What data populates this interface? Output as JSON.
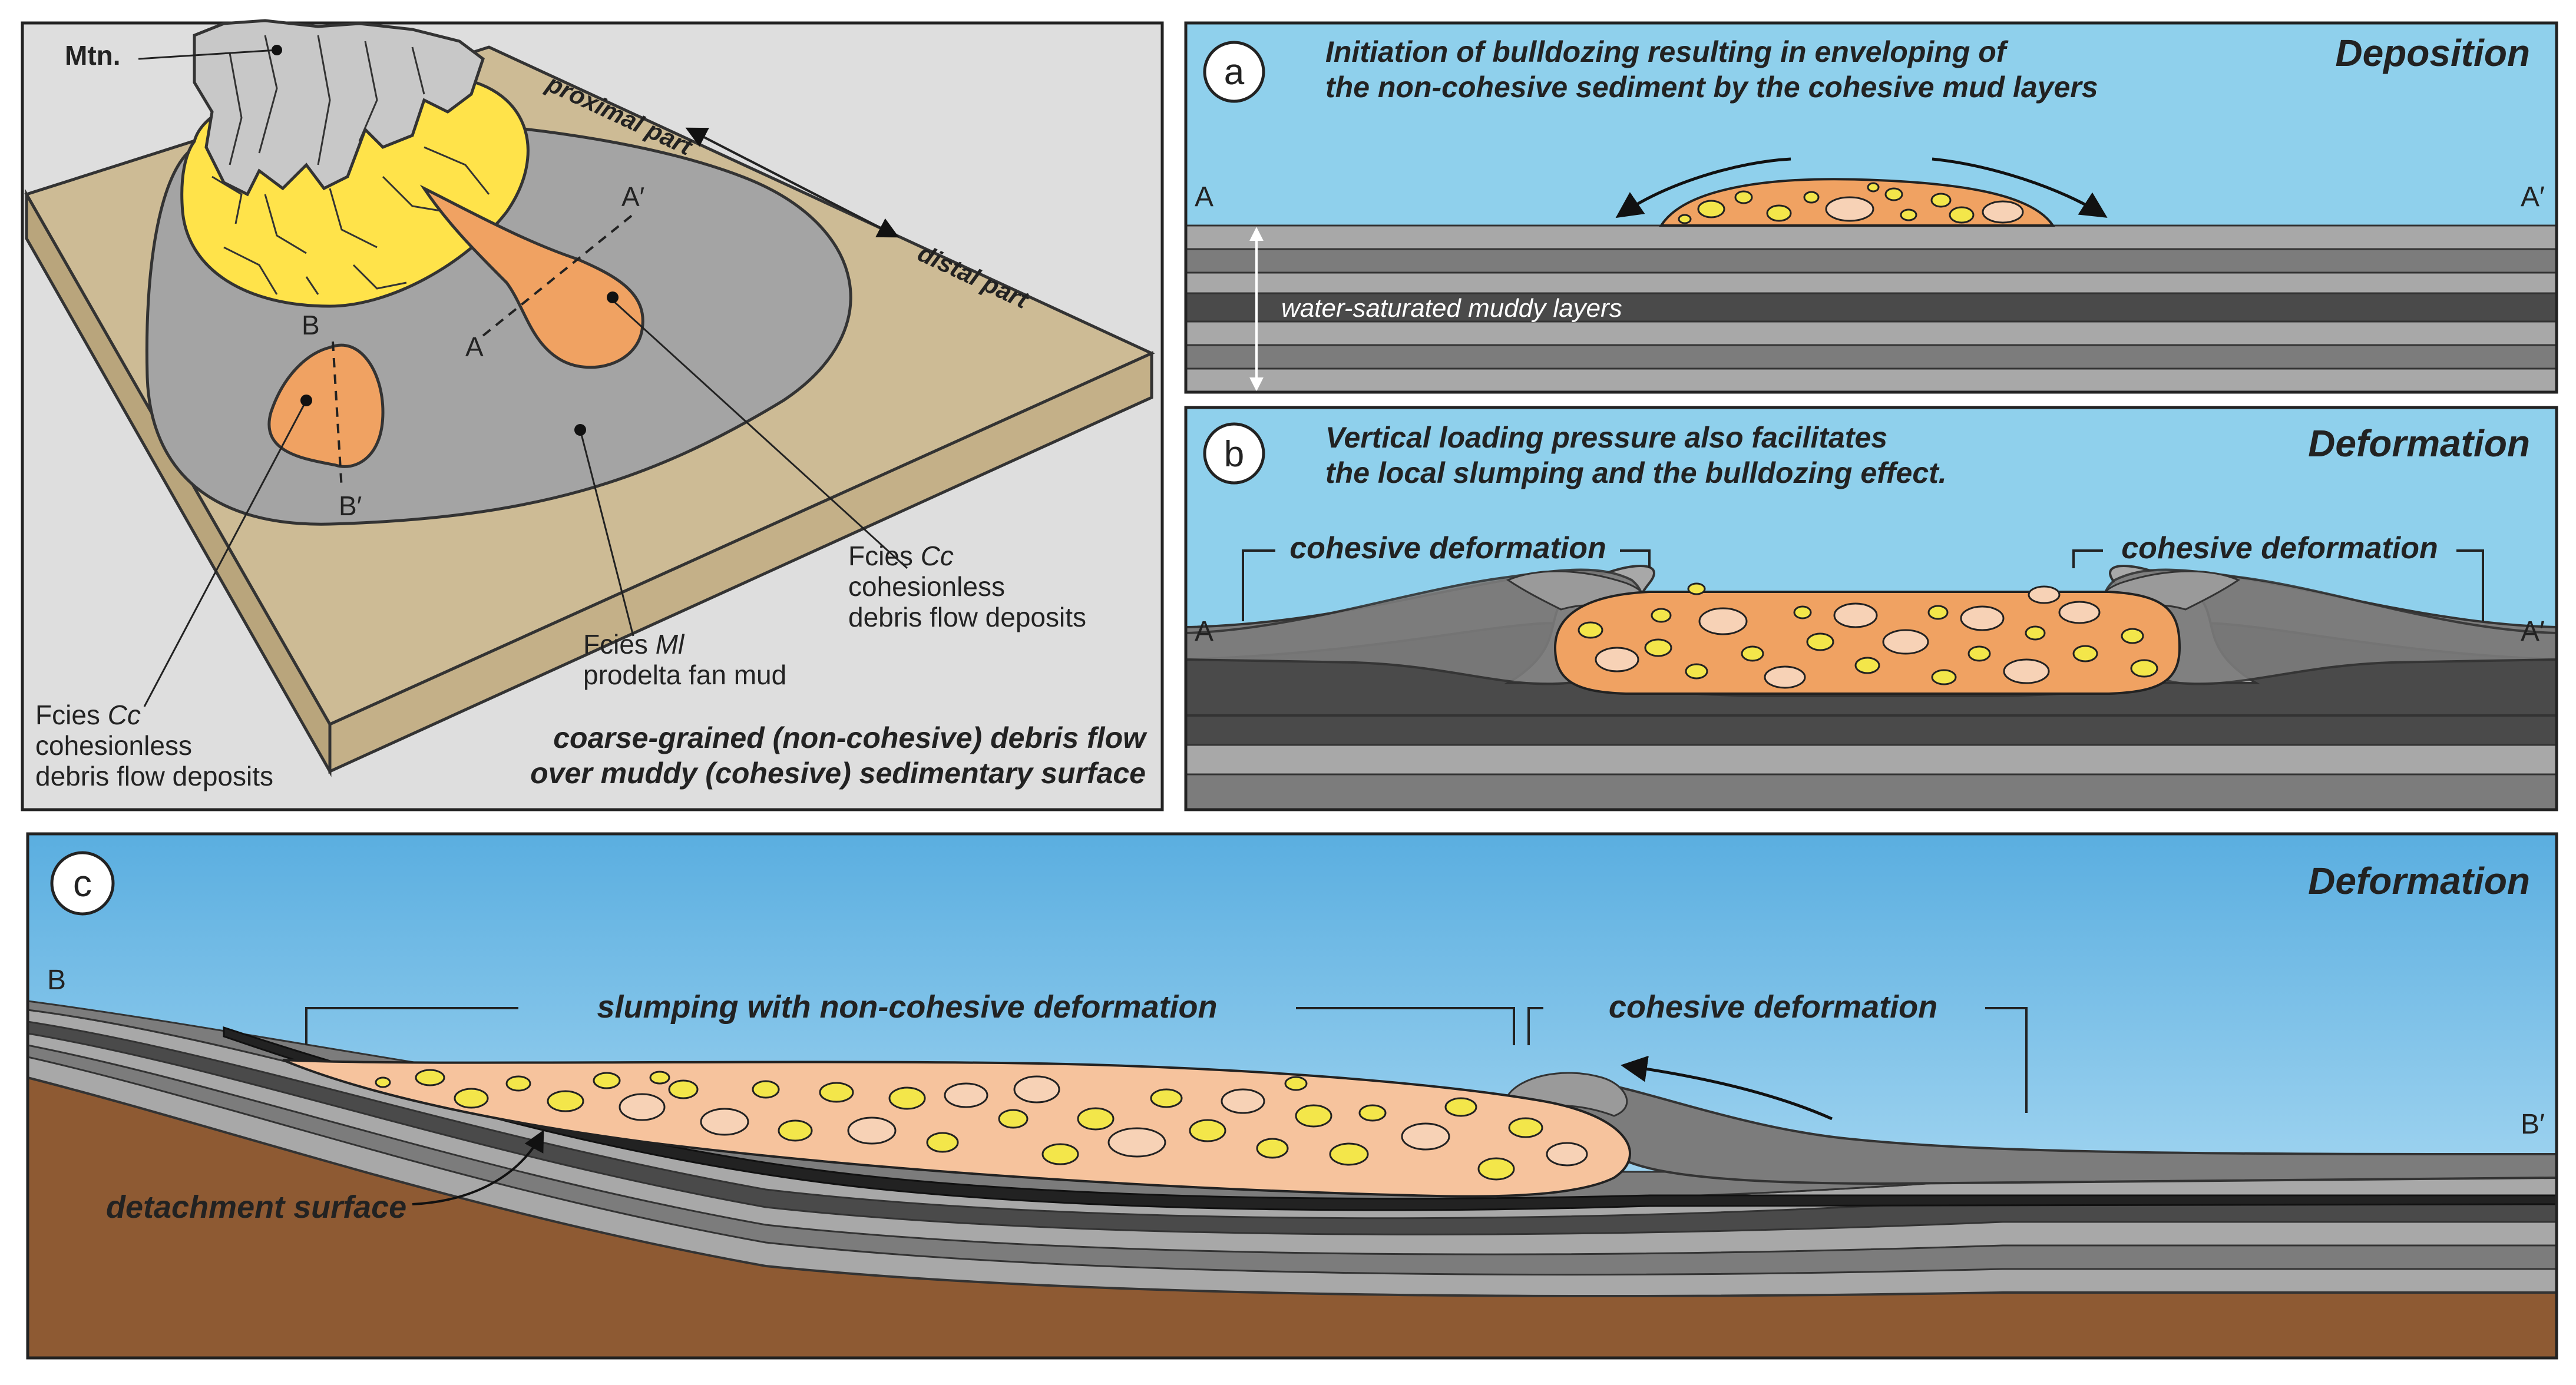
{
  "colors": {
    "sky_top": "#5aaee0",
    "sky_bottom": "#bfe6f8",
    "water": "#8fd0ec",
    "debris": "#f0a262",
    "debris_light": "#f6c39d",
    "clast_yellow": "#f3e64a",
    "clast_pale": "#f7d2b6",
    "mud_dark": "#4a4a4a",
    "mud_mid": "#7c7c7c",
    "mud_light": "#a8a8a8",
    "fan_grey": "#a4a4a4",
    "plain_tan": "#cdbb95",
    "substrate": "#8e5a33",
    "mountain": "#c8c8c8",
    "fan_yellow": "#ffe34a",
    "panel_bg": "#dedede"
  },
  "map": {
    "mtn": "Mtn.",
    "proximal": "proximal part",
    "distal": "distal part",
    "A": "A",
    "A_prime": "A′",
    "B": "B",
    "B_prime": "B′",
    "facies_cc_right": [
      "Fcies ",
      "Cc",
      "cohesionless",
      "debris flow deposits"
    ],
    "facies_ml": [
      "Fcies ",
      "Ml",
      "prodelta fan mud"
    ],
    "facies_cc_left": [
      "Fcies ",
      "Cc",
      "cohesionless",
      "debris flow deposits"
    ],
    "caption": [
      "coarse-grained (non-cohesive) debris flow",
      "over muddy (cohesive) sedimentary surface"
    ]
  },
  "panel_a": {
    "letter": "a",
    "title": "Deposition",
    "text": [
      "Initiation of bulldozing resulting in enveloping of",
      "the non-cohesive sediment by the cohesive mud layers"
    ],
    "A": "A",
    "A_prime": "A′",
    "layer_label": "water-saturated muddy layers"
  },
  "panel_b": {
    "letter": "b",
    "title": "Deformation",
    "text": [
      "Vertical loading pressure also facilitates",
      "the local slumping and the bulldozing effect."
    ],
    "A": "A",
    "A_prime": "A′",
    "left_label": "cohesive deformation",
    "right_label": "cohesive deformation"
  },
  "panel_c": {
    "letter": "c",
    "title": "Deformation",
    "B": "B",
    "B_prime": "B′",
    "slump_label": "slumping with non-cohesive deformation",
    "cohesive_label": "cohesive deformation",
    "detachment_label": "detachment surface"
  }
}
